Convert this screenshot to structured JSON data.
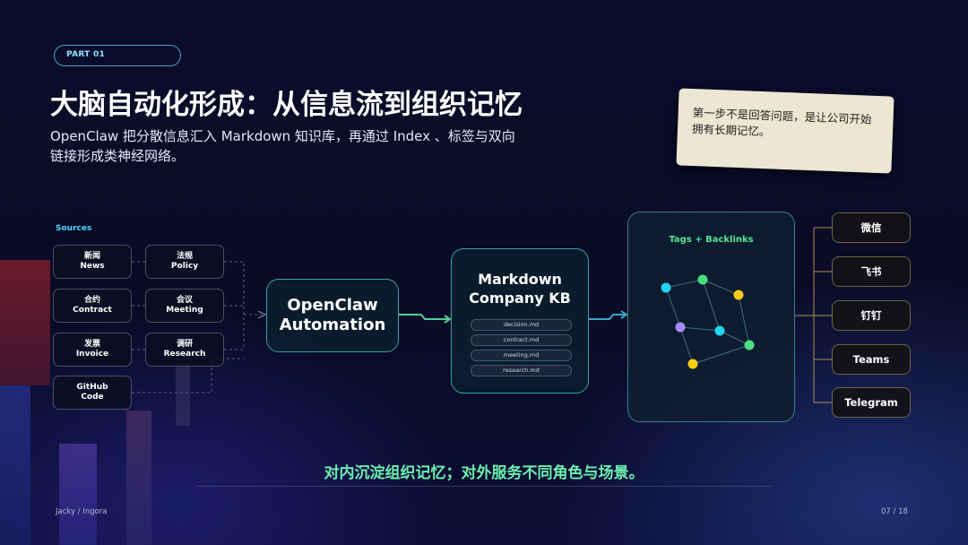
{
  "slide": {
    "part_badge": "PART 01",
    "title": "大脑自动化形成：从信息流到组织记忆",
    "subtitle": "OpenClaw 把分散信息汇入 Markdown 知识库，再通过 Index 、标签与双向链接形成类神经网络。",
    "note": "第一步不是回答问题，是让公司开始拥有长期记忆。",
    "tagline": "对内沉淀组织记忆；对外服务不同角色与场景。",
    "author": "Jacky / Ingora",
    "page_number": "07 / 18"
  },
  "diagram": {
    "sources_label": "Sources",
    "sources": [
      {
        "zh": "新闻",
        "en": "News"
      },
      {
        "zh": "法规",
        "en": "Policy"
      },
      {
        "zh": "合约",
        "en": "Contract"
      },
      {
        "zh": "会议",
        "en": "Meeting"
      },
      {
        "zh": "发票",
        "en": "Invoice"
      },
      {
        "zh": "调研",
        "en": "Research"
      },
      {
        "zh": "GitHub",
        "en": "Code"
      }
    ],
    "automation_line1": "OpenClaw",
    "automation_line2": "Automation",
    "kb_line1": "Markdown",
    "kb_line2": "Company KB",
    "kb_files": [
      "decision.md",
      "contract.md",
      "meeting.md",
      "research.md"
    ],
    "network_title": "Tags + Backlinks",
    "network_node_colors": [
      "#22d3ee",
      "#4ade80",
      "#facc15",
      "#a78bfa",
      "#22d3ee",
      "#4ade80",
      "#facc15"
    ],
    "outputs": [
      "微信",
      "飞书",
      "钉钉",
      "Teams",
      "Telegram"
    ],
    "colors": {
      "accent_green": "#6cf0b0",
      "accent_cyan": "#4fd6ff",
      "node_border": "#3f9fa4",
      "output_line": "#c9a45c"
    }
  }
}
